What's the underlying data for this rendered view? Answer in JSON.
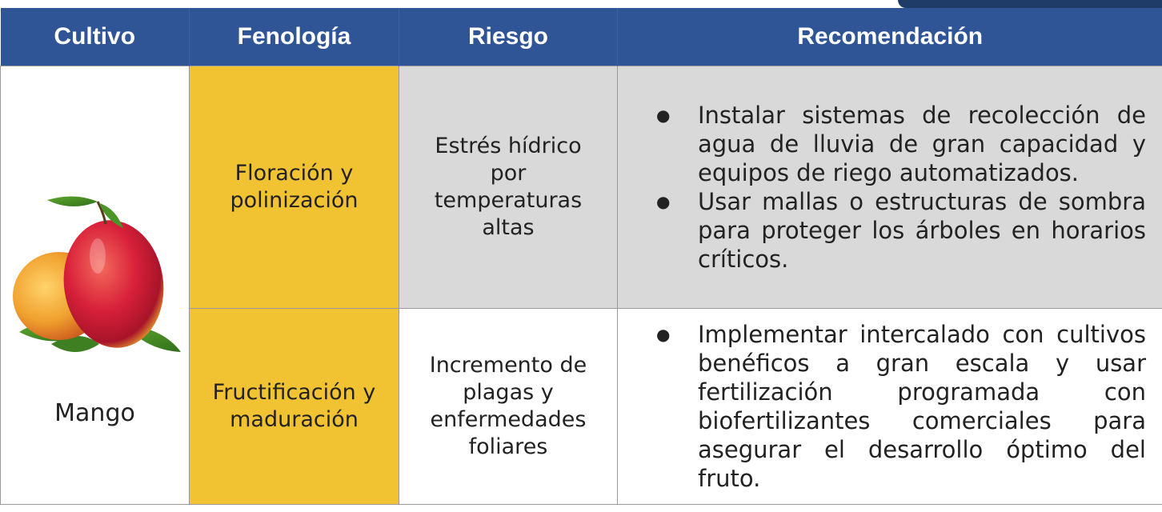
{
  "table": {
    "headers": [
      "Cultivo",
      "Fenología",
      "Riesgo",
      "Recomendación"
    ],
    "crop": {
      "name": "Mango",
      "image": "mango-fruit-image"
    },
    "rows": [
      {
        "phenology": "Floración y polinización",
        "risk": "Estrés hídrico por temperaturas altas",
        "recommendations": [
          "Instalar sistemas de recolección de agua de lluvia de gran capacidad y equipos de riego automatizados.",
          "Usar mallas o estructuras de sombra para proteger los árboles en horarios críticos."
        ]
      },
      {
        "phenology": "Fructificación y maduración",
        "risk": "Incremento de plagas y enfermedades foliares",
        "recommendations": [
          "Implementar intercalado con cultivos benéficos a gran escala y usar fertilización programada con biofertilizantes comerciales para asegurar el desarrollo óptimo del fruto."
        ]
      }
    ]
  },
  "colors": {
    "header_bg": "#2f5597",
    "phase_bg": "#f1c232",
    "risk_bg": "#d9d9d9"
  }
}
